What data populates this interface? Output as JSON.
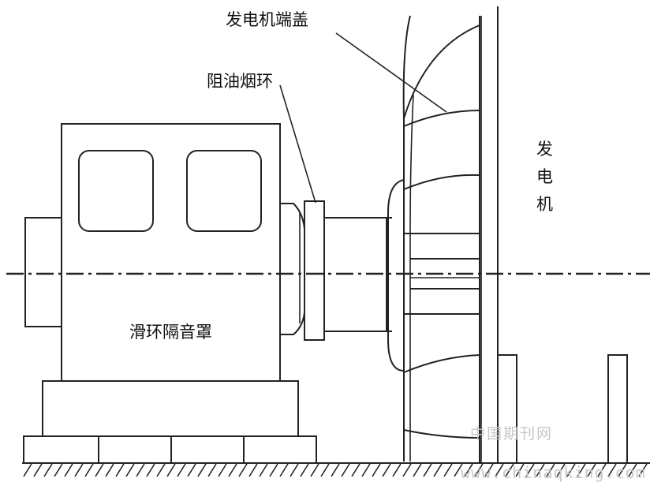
{
  "diagram": {
    "labels": {
      "end_cover": "发电机端盖",
      "oil_ring": "阻油烟环",
      "generator_1": "发",
      "generator_2": "电",
      "generator_3": "机",
      "slip_ring_cover": "滑环隔音罩"
    },
    "watermark": {
      "line1": "中国期刊网",
      "line2": "www.chinaqking.com"
    }
  }
}
